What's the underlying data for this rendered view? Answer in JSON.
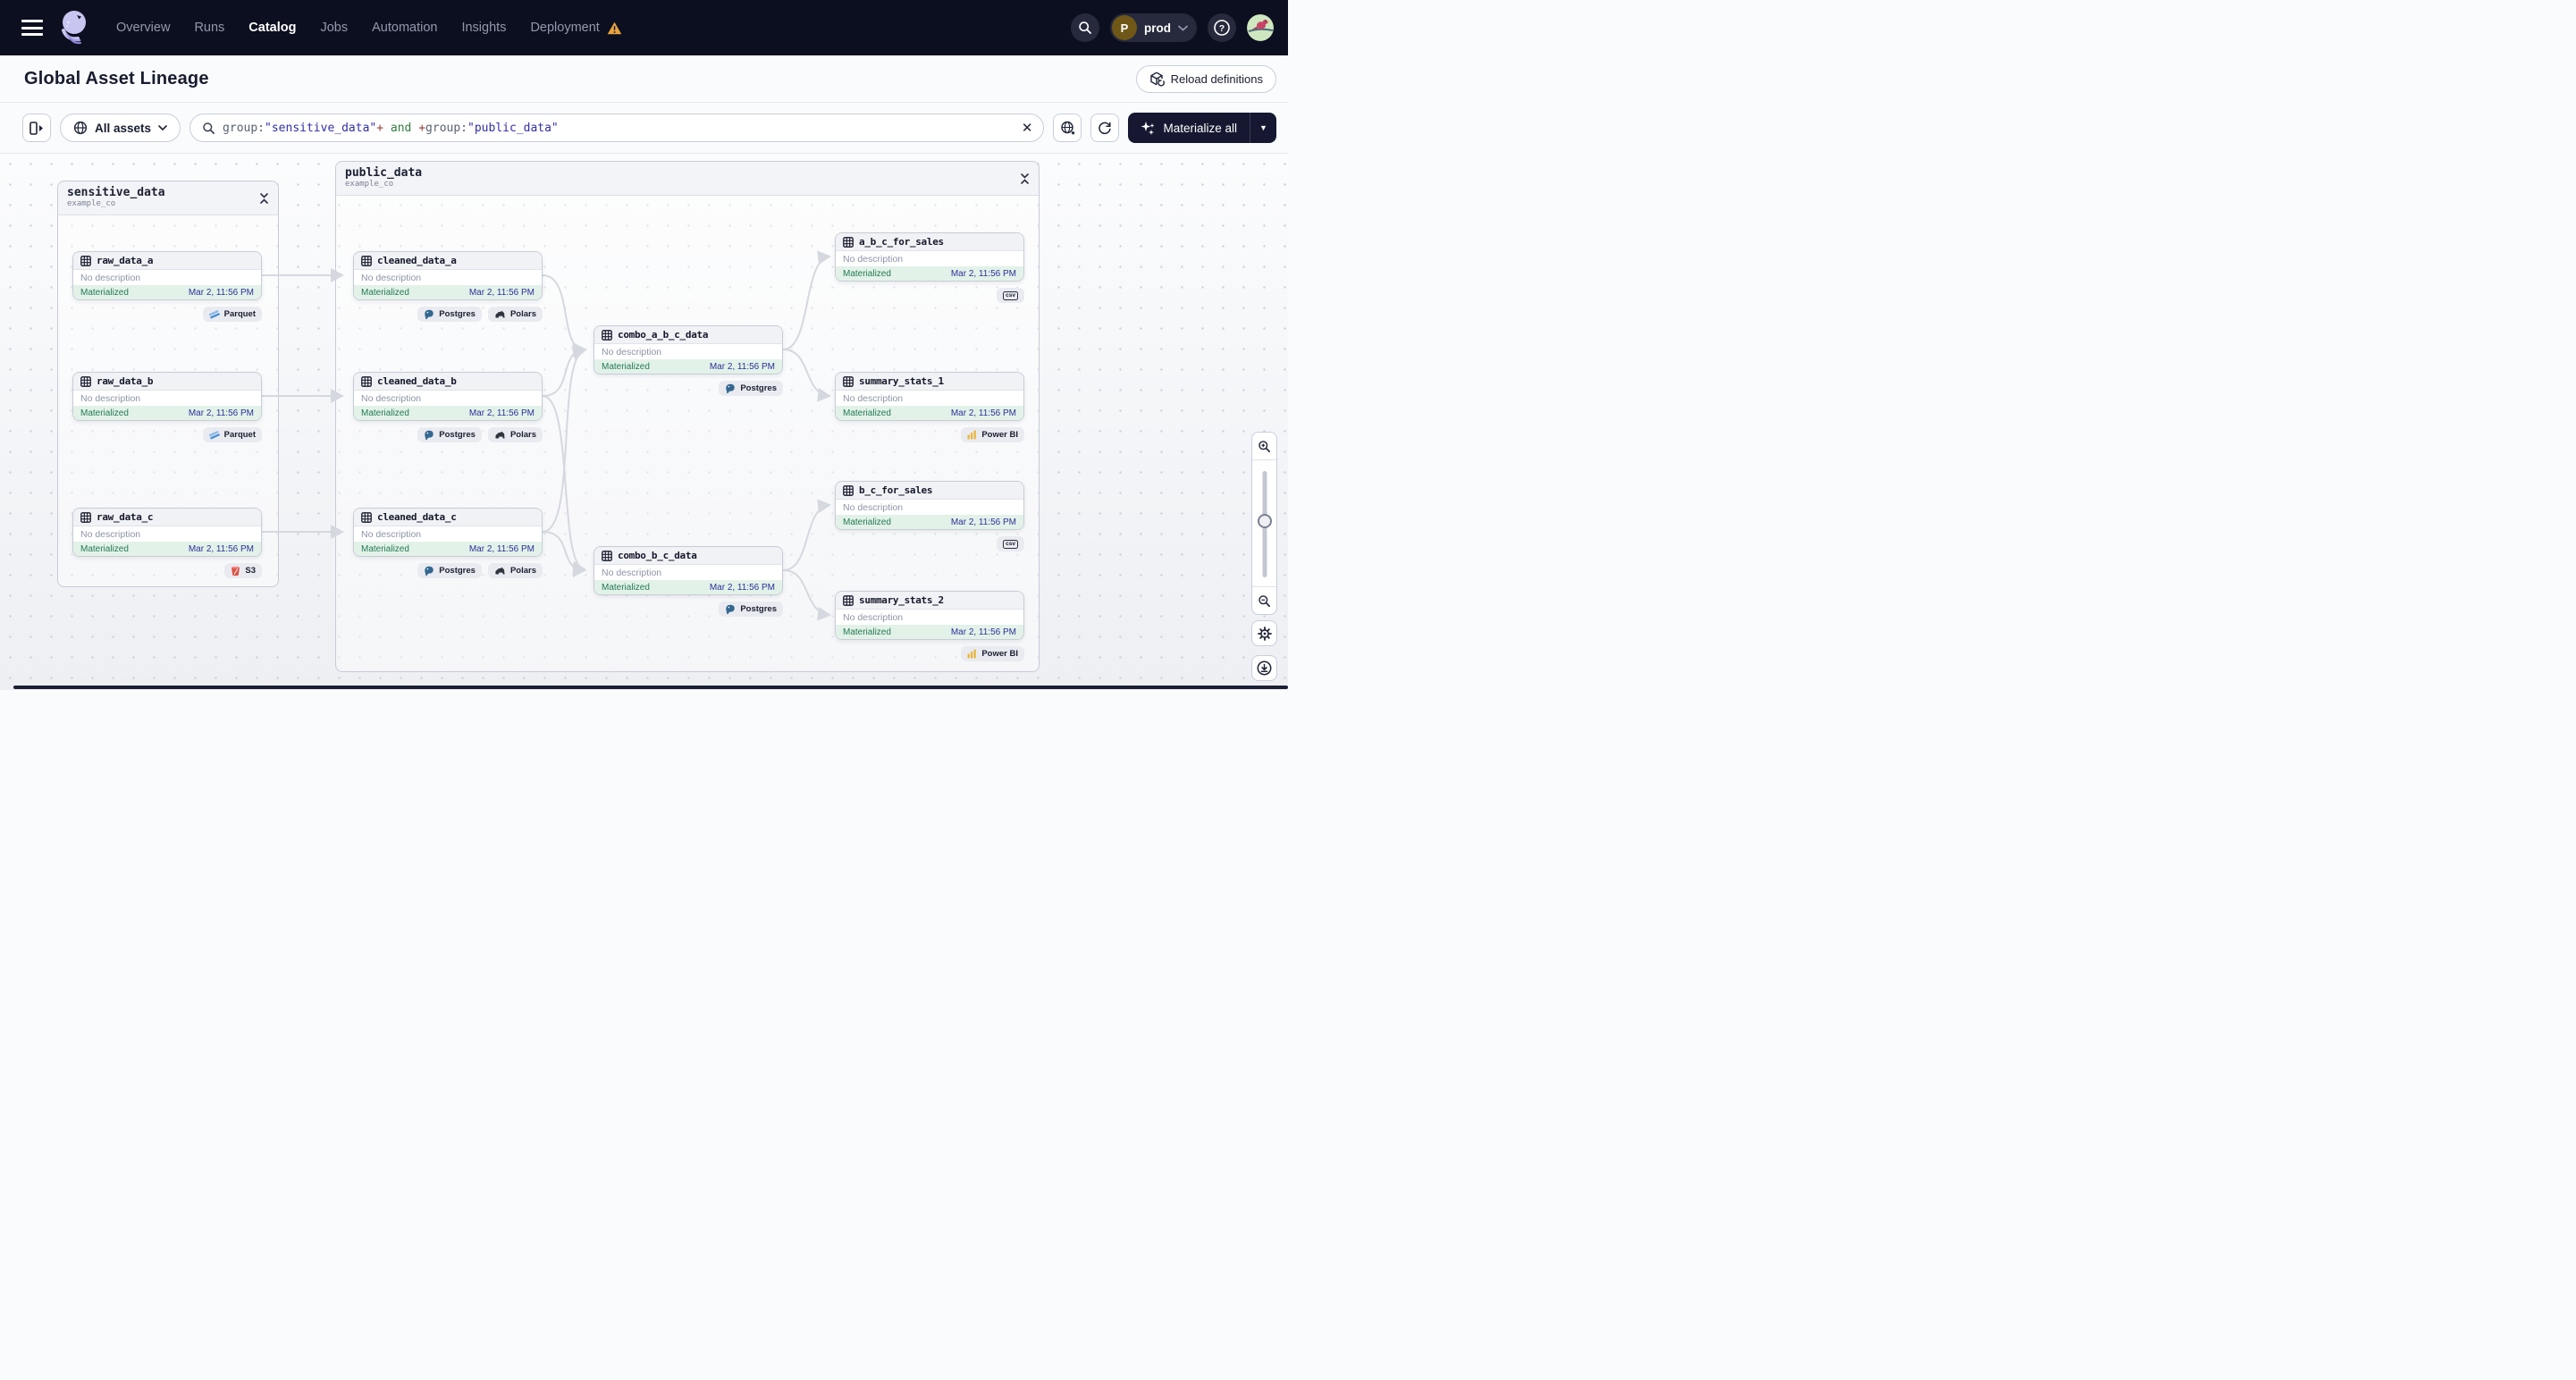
{
  "nav": {
    "items": [
      {
        "label": "Overview"
      },
      {
        "label": "Runs"
      },
      {
        "label": "Catalog"
      },
      {
        "label": "Jobs"
      },
      {
        "label": "Automation"
      },
      {
        "label": "Insights"
      },
      {
        "label": "Deployment"
      }
    ],
    "active_item": "Catalog",
    "warning_icon_on": "Deployment",
    "environment": {
      "initial": "P",
      "name": "prod"
    },
    "icons": [
      "hamburger-icon",
      "dagster-logo",
      "search-icon",
      "help-icon",
      "user-avatar"
    ]
  },
  "header": {
    "title": "Global Asset Lineage",
    "reload_label": "Reload definitions"
  },
  "toolbar": {
    "scope_label": "All assets",
    "query": [
      {
        "text": "group:",
        "role": "key"
      },
      {
        "text": "\"sensitive_data\"",
        "role": "string"
      },
      {
        "text": "+",
        "role": "operator"
      },
      {
        "text": " and ",
        "role": "keyword"
      },
      {
        "text": "+",
        "role": "operator"
      },
      {
        "text": "group:",
        "role": "key"
      },
      {
        "text": "\"public_data\"",
        "role": "string"
      }
    ],
    "query_colors": {
      "key": "#5a6171",
      "string": "#312ea8",
      "operator": "#9e3a32",
      "keyword": "#337b3f"
    },
    "materialize_label": "Materialize all",
    "icons": [
      "panel-toggle-icon",
      "globe-icon",
      "globe-add-icon",
      "refresh-icon",
      "sparkle-icon",
      "caret-down-icon",
      "clear-icon",
      "search-icon"
    ]
  },
  "graph": {
    "groups": [
      {
        "name": "sensitive_data",
        "subtitle": "example_co"
      },
      {
        "name": "public_data",
        "subtitle": "example_co"
      }
    ],
    "nodes": [
      {
        "title": "raw_data_a",
        "description": "No description",
        "status": "Materialized",
        "time": "Mar 2, 11:56 PM",
        "badges": [
          {
            "label": "Parquet",
            "icon": "parquet-icon"
          }
        ]
      },
      {
        "title": "raw_data_b",
        "description": "No description",
        "status": "Materialized",
        "time": "Mar 2, 11:56 PM",
        "badges": [
          {
            "label": "Parquet",
            "icon": "parquet-icon"
          }
        ]
      },
      {
        "title": "raw_data_c",
        "description": "No description",
        "status": "Materialized",
        "time": "Mar 2, 11:56 PM",
        "badges": [
          {
            "label": "S3",
            "icon": "s3-icon"
          }
        ]
      },
      {
        "title": "cleaned_data_a",
        "description": "No description",
        "status": "Materialized",
        "time": "Mar 2, 11:56 PM",
        "badges": [
          {
            "label": "Postgres",
            "icon": "postgres-icon"
          },
          {
            "label": "Polars",
            "icon": "polars-icon"
          }
        ]
      },
      {
        "title": "cleaned_data_b",
        "description": "No description",
        "status": "Materialized",
        "time": "Mar 2, 11:56 PM",
        "badges": [
          {
            "label": "Postgres",
            "icon": "postgres-icon"
          },
          {
            "label": "Polars",
            "icon": "polars-icon"
          }
        ]
      },
      {
        "title": "cleaned_data_c",
        "description": "No description",
        "status": "Materialized",
        "time": "Mar 2, 11:56 PM",
        "badges": [
          {
            "label": "Postgres",
            "icon": "postgres-icon"
          },
          {
            "label": "Polars",
            "icon": "polars-icon"
          }
        ]
      },
      {
        "title": "combo_a_b_c_data",
        "description": "No description",
        "status": "Materialized",
        "time": "Mar 2, 11:56 PM",
        "badges": [
          {
            "label": "Postgres",
            "icon": "postgres-icon"
          }
        ]
      },
      {
        "title": "combo_b_c_data",
        "description": "No description",
        "status": "Materialized",
        "time": "Mar 2, 11:56 PM",
        "badges": [
          {
            "label": "Postgres",
            "icon": "postgres-icon"
          }
        ]
      },
      {
        "title": "a_b_c_for_sales",
        "description": "No description",
        "status": "Materialized",
        "time": "Mar 2, 11:56 PM",
        "badges": [
          {
            "label": "csv",
            "icon": "csv-chip"
          }
        ]
      },
      {
        "title": "summary_stats_1",
        "description": "No description",
        "status": "Materialized",
        "time": "Mar 2, 11:56 PM",
        "badges": [
          {
            "label": "Power BI",
            "icon": "powerbi-icon"
          }
        ]
      },
      {
        "title": "b_c_for_sales",
        "description": "No description",
        "status": "Materialized",
        "time": "Mar 2, 11:56 PM",
        "badges": [
          {
            "label": "csv",
            "icon": "csv-chip"
          }
        ]
      },
      {
        "title": "summary_stats_2",
        "description": "No description",
        "status": "Materialized",
        "time": "Mar 2, 11:56 PM",
        "badges": [
          {
            "label": "Power BI",
            "icon": "powerbi-icon"
          }
        ]
      }
    ],
    "edges": [
      [
        "raw_data_a",
        "cleaned_data_a"
      ],
      [
        "raw_data_b",
        "cleaned_data_b"
      ],
      [
        "raw_data_c",
        "cleaned_data_c"
      ],
      [
        "cleaned_data_a",
        "combo_a_b_c_data"
      ],
      [
        "cleaned_data_b",
        "combo_a_b_c_data"
      ],
      [
        "cleaned_data_c",
        "combo_a_b_c_data"
      ],
      [
        "cleaned_data_b",
        "combo_b_c_data"
      ],
      [
        "cleaned_data_c",
        "combo_b_c_data"
      ],
      [
        "combo_a_b_c_data",
        "a_b_c_for_sales"
      ],
      [
        "combo_a_b_c_data",
        "summary_stats_1"
      ],
      [
        "combo_b_c_data",
        "b_c_for_sales"
      ],
      [
        "combo_b_c_data",
        "summary_stats_2"
      ]
    ],
    "controls": {
      "icons": [
        "zoom-in-icon",
        "zoom-out-icon",
        "zoom-slider",
        "settings-gear-icon",
        "download-icon"
      ]
    }
  }
}
